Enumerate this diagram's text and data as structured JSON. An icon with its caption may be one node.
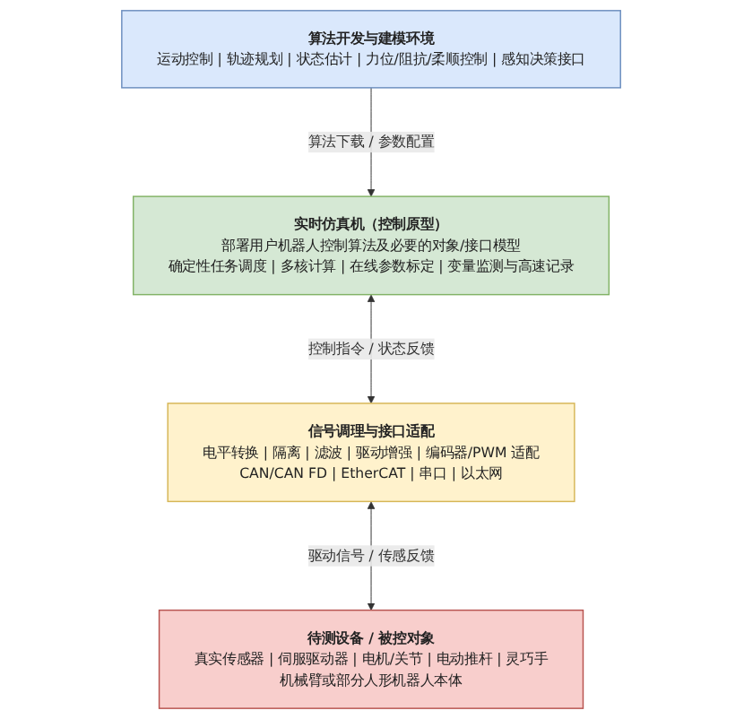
{
  "diagram": {
    "nodes": [
      {
        "text": [
          "算法开发与建模环境",
          "运动控制 | 轨迹规划 | 状态估计 | 力位/阻抗/柔顺控制 | 感知决策接口"
        ]
      },
      {
        "text": [
          "实时仿真机（控制原型）",
          "部署用户机器人控制算法及必要的对象/接口模型",
          "确定性任务调度 | 多核计算 | 在线参数标定 | 变量监测与高速记录"
        ]
      },
      {
        "text": [
          "信号调理与接口适配",
          "电平转换 | 隔离 | 滤波 | 驱动增强 | 编码器/PWM 适配",
          "CAN/CAN FD | EtherCAT | 串口 | 以太网"
        ]
      },
      {
        "text": [
          "待测设备 / 被控对象",
          "真实传感器 | 伺服驱动器 | 电机/关节 | 电动推杆 | 灵巧手",
          "机械臂或部分人形机器人本体"
        ]
      }
    ],
    "edges": [
      {
        "from": 0,
        "to": 1,
        "arrow": "to",
        "label": "算法下载 / 参数配置"
      },
      {
        "from": 1,
        "to": 2,
        "arrow": "both",
        "label": "控制指令 / 状态反馈"
      },
      {
        "from": 2,
        "to": 3,
        "arrow": "both",
        "label": "驱动信号 / 传感反馈"
      }
    ]
  }
}
